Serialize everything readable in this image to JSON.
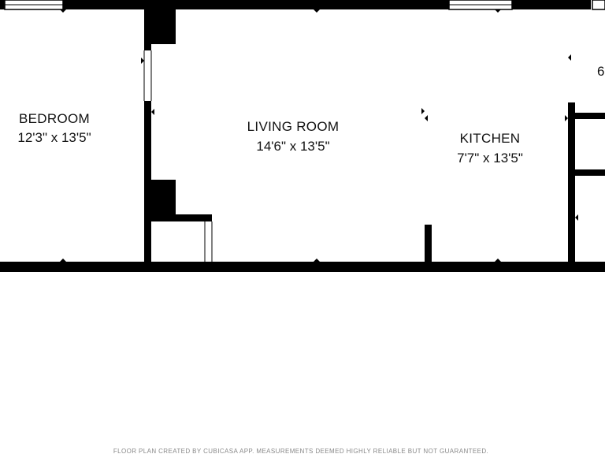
{
  "rooms": {
    "bedroom": {
      "name": "BEDROOM",
      "dimensions": "12'3\" x 13'5\""
    },
    "living_room": {
      "name": "LIVING ROOM",
      "dimensions": "14'6\" x 13'5\""
    },
    "kitchen": {
      "name": "KITCHEN",
      "dimensions": "7'7\" x 13'5\""
    },
    "cut_off_label": "6"
  },
  "footer": "FLOOR PLAN CREATED BY CUBICASA APP. MEASUREMENTS DEEMED HIGHLY RELIABLE BUT NOT GUARANTEED.",
  "colors": {
    "wall": "#000000",
    "background": "#ffffff",
    "footer_text": "#888888"
  }
}
